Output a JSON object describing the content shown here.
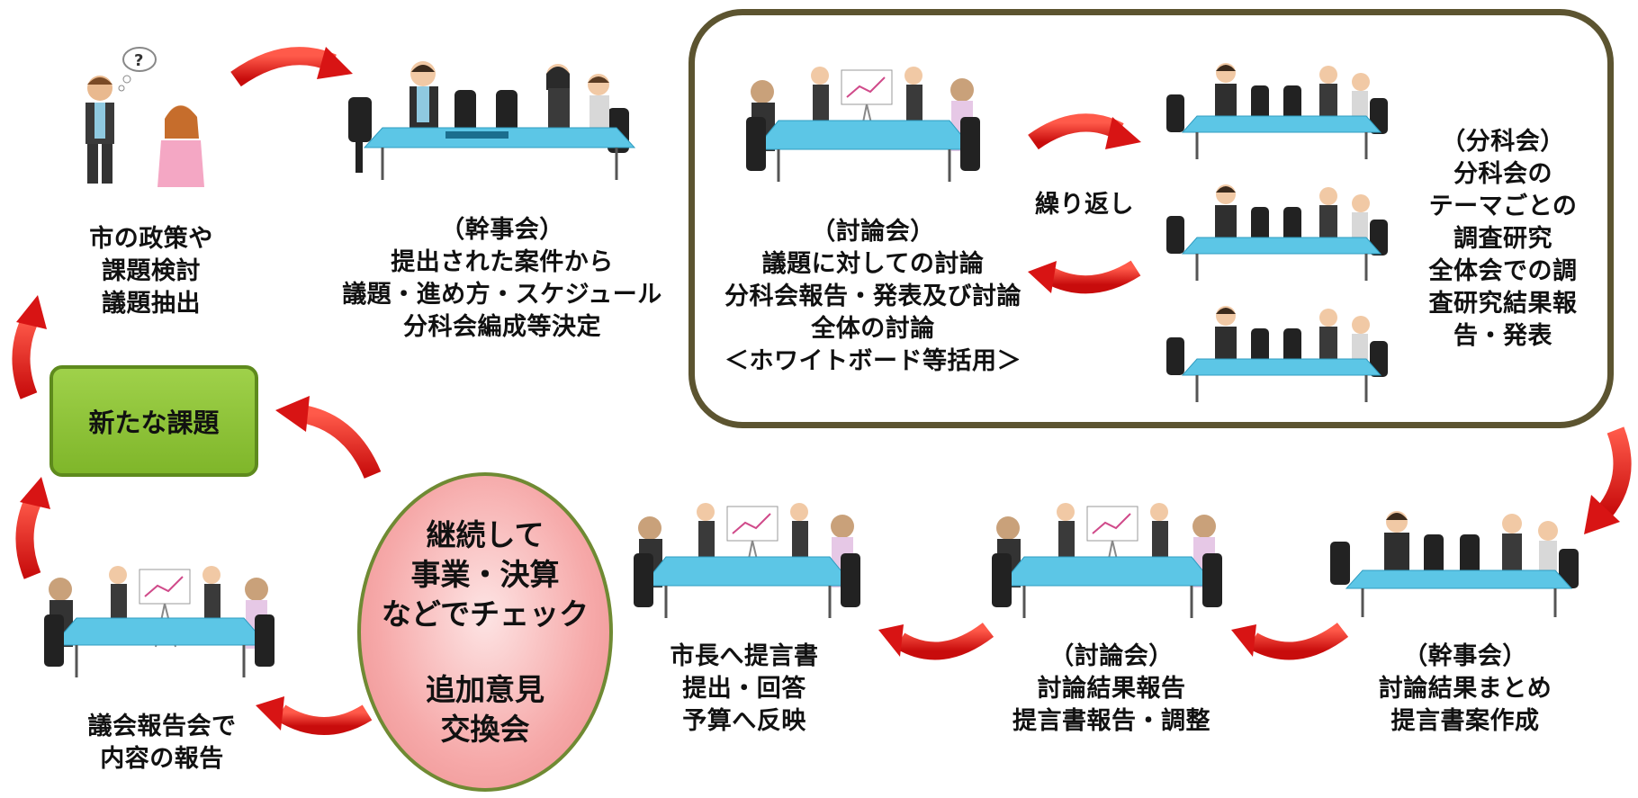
{
  "nodes": {
    "new_issue": {
      "label": "新たな課題"
    },
    "city_policy": {
      "lines": [
        "市の政策や",
        "課題検討",
        "議題抽出"
      ]
    },
    "steering_1": {
      "lines": [
        "（幹事会）",
        "提出された案件から",
        "議題・進め方・スケジュール",
        "分科会編成等決定"
      ]
    },
    "discussion_1": {
      "lines": [
        "（討論会）",
        "議題に対しての討論",
        "分科会報告・発表及び討論",
        "全体の討論",
        "＜ホワイトボード等括用＞"
      ]
    },
    "repeat": {
      "label": "繰り返し"
    },
    "subcommittee": {
      "lines": [
        "（分科会）",
        "分科会の",
        "テーマごとの",
        "調査研究",
        "全体会での調",
        "査研究結果報",
        "告・発表"
      ]
    },
    "steering_2": {
      "lines": [
        "（幹事会）",
        "討論結果まとめ",
        "提言書案作成"
      ]
    },
    "discussion_2": {
      "lines": [
        "（討論会）",
        "討論結果報告",
        "提言書報告・調整"
      ]
    },
    "mayor": {
      "lines": [
        "市長へ提言書",
        "提出・回答",
        "予算へ反映"
      ]
    },
    "continue_check": {
      "lines_top": [
        "継続して",
        "事業・決算",
        "などでチェック"
      ],
      "lines_bottom": [
        "追加意見",
        "交換会"
      ]
    },
    "council_report": {
      "lines": [
        "議会報告会で",
        "内容の報告"
      ]
    }
  },
  "colors": {
    "arrow_red": "#e01818",
    "box_border": "#5c5430",
    "new_issue_fill": "#8cc63f",
    "oval_fill": "#f4a3a3",
    "table_blue": "#5cc6e6"
  },
  "icons": {
    "thinking_people": "people-thinking-icon",
    "meeting_small": "meeting-table-icon",
    "meeting_whiteboard": "whiteboard-meeting-icon"
  }
}
